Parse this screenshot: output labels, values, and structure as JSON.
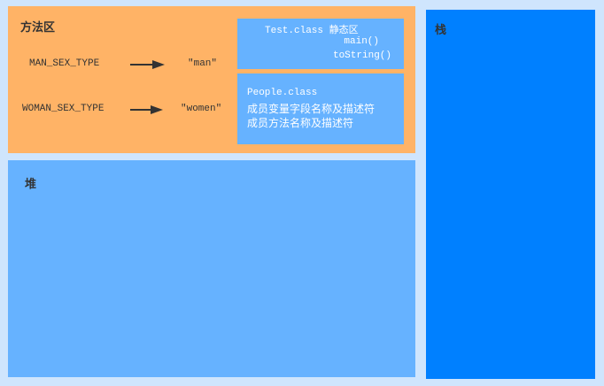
{
  "method_area": {
    "title": "方法区",
    "constants": [
      {
        "name": "MAN_SEX_TYPE",
        "value": "\"man\""
      },
      {
        "name": "WOMAN_SEX_TYPE",
        "value": "\"women\""
      }
    ],
    "test_class": {
      "header": "Test.class 静态区",
      "methods": [
        "main()",
        "toString()"
      ]
    },
    "people_class": {
      "lines": [
        "People.class",
        "成员变量字段名称及描述符",
        "成员方法名称及描述符"
      ]
    }
  },
  "heap": {
    "title": "堆"
  },
  "stack": {
    "title": "栈"
  },
  "colors": {
    "background": "#cfe5fd",
    "method_area": "#ffb366",
    "heap": "#66b2ff",
    "stack": "#0080ff"
  }
}
